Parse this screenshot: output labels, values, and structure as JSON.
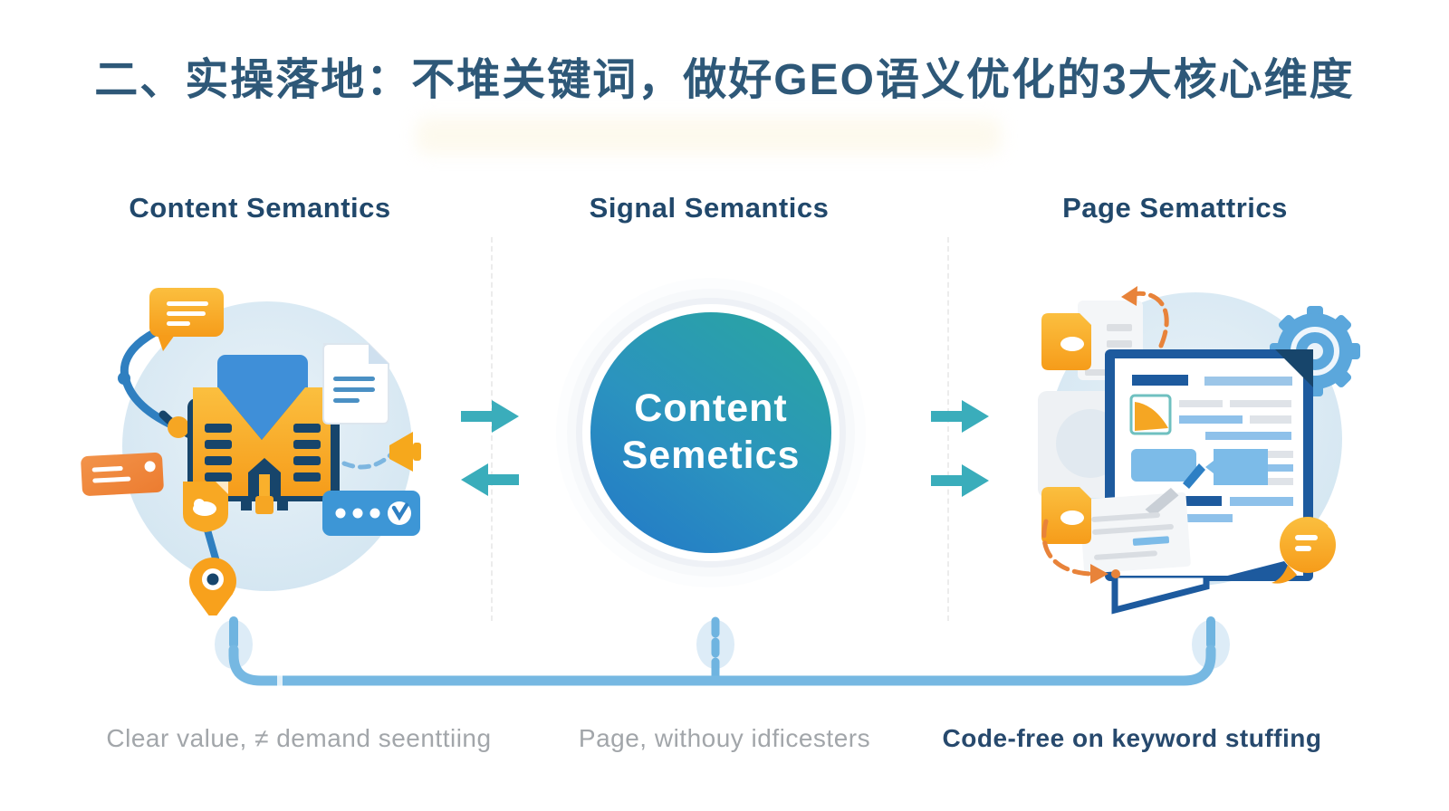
{
  "title": "二、实操落地：不堆关键词，做好GEO语义优化的3大核心维度",
  "columns": [
    {
      "header": "Content Semantics",
      "caption": "Clear value, ≠ demand seenttiing"
    },
    {
      "header": "Signal Semantics",
      "caption": "Page, withouy idficesters"
    },
    {
      "header": "Page Semattrics",
      "caption": "Code-free on keyword stuffing"
    }
  ],
  "center_circle": {
    "line1": "Content",
    "line2": "Semetics"
  },
  "arrows": {
    "left_pair": [
      "right",
      "left"
    ],
    "right_pair": [
      "right",
      "right"
    ]
  },
  "icons": {
    "left_illustration": [
      "chat-bubble-icon",
      "document-icon",
      "building-icon",
      "message-card-icon",
      "shield-icon",
      "megaphone-icon",
      "chat-dots-card-icon",
      "map-pin-icon"
    ],
    "right_illustration": [
      "gear-icon",
      "file-icon",
      "webpage-icon",
      "notes-icon",
      "chat-bubble-icon",
      "curved-arrow-icon"
    ]
  },
  "colors": {
    "title": "#2e5878",
    "header": "#21486b",
    "caption_gray": "#a2a6aa",
    "caption_dark": "#27496d",
    "arrow_teal": "#3aadbb",
    "circle_teal": "#29a79e",
    "circle_blue": "#2277c8",
    "bracket_blue": "#76b8e2",
    "illustration_bg": "#d9e9f3",
    "icon_yellow": "#f9b02c",
    "icon_orange": "#ef8540",
    "icon_blue": "#3d96d6",
    "icon_navy": "#17456b"
  }
}
